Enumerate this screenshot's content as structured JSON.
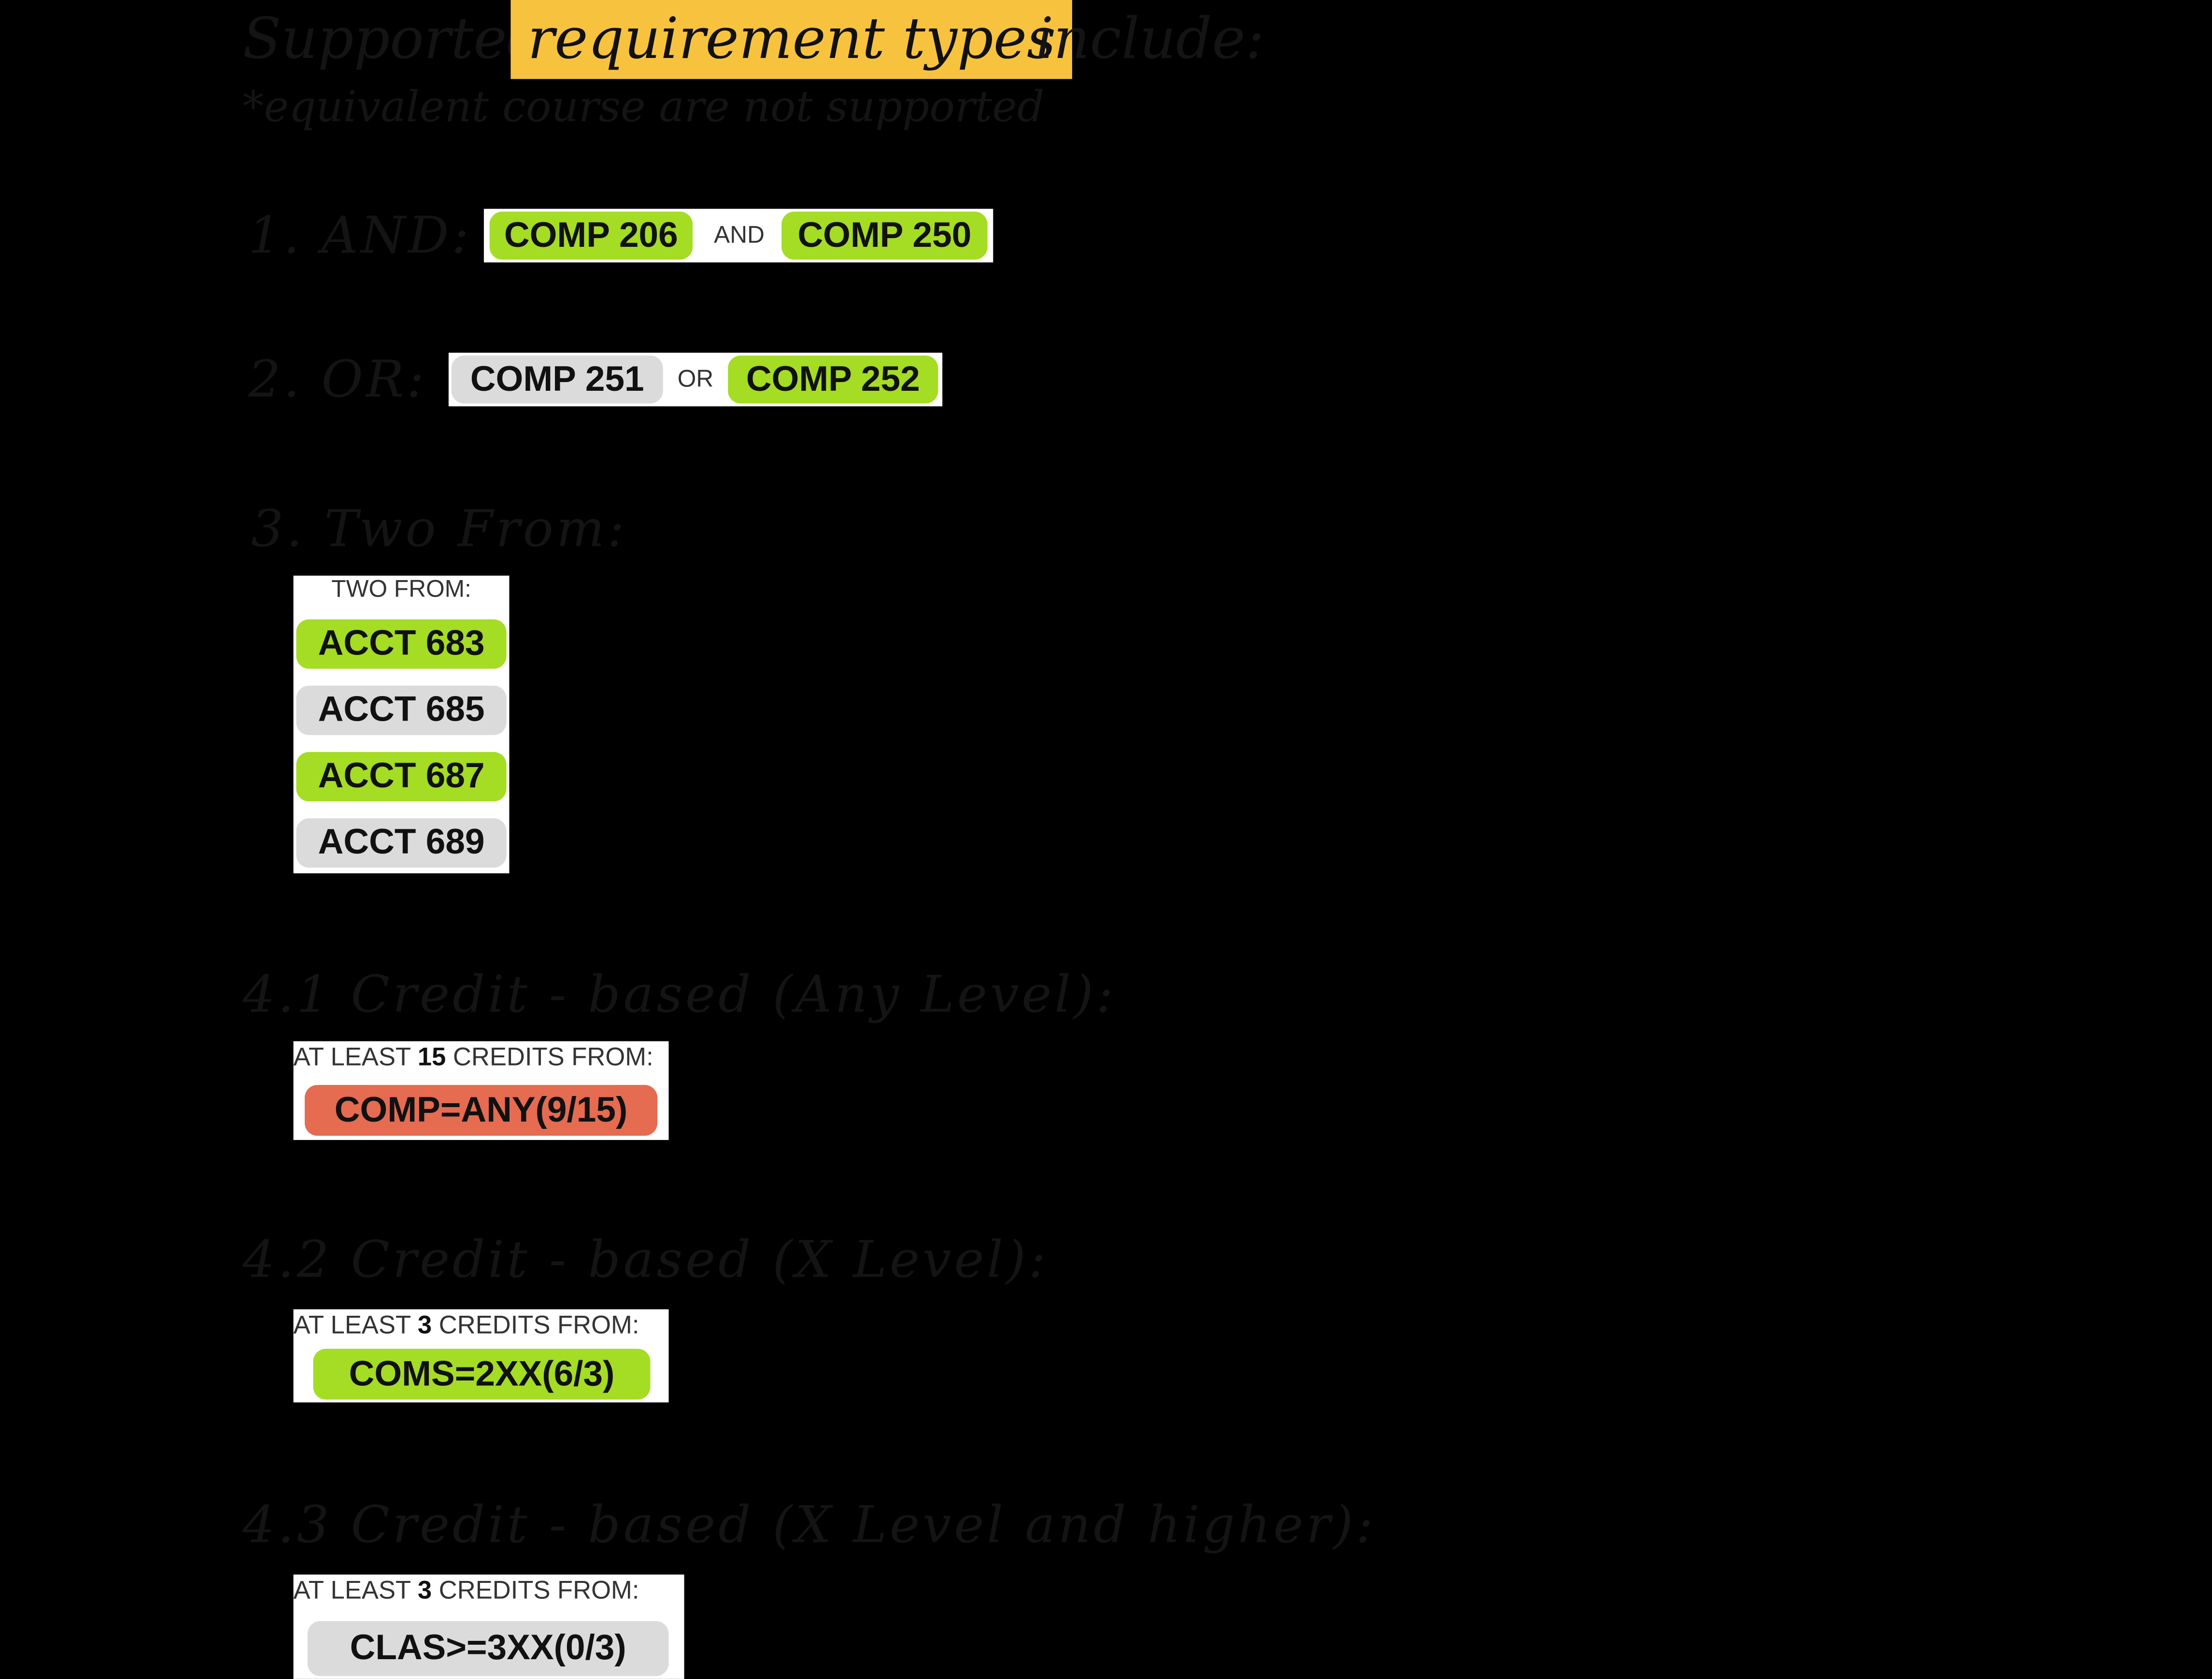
{
  "title": {
    "prefix": "Supported",
    "highlight": "requirement types",
    "suffix": "include:"
  },
  "note": "*equivalent course are not supported",
  "sections": {
    "and": {
      "heading": "1. AND:",
      "course_a": "COMP 206",
      "connector": "AND",
      "course_b": "COMP 250"
    },
    "or": {
      "heading": "2. OR:",
      "course_a": "COMP 251",
      "connector": "OR",
      "course_b": "COMP 252"
    },
    "two_from": {
      "heading": "3. Two From:",
      "label": "TWO FROM:",
      "courses": [
        "ACCT 683",
        "ACCT 685",
        "ACCT 687",
        "ACCT 689"
      ]
    },
    "credit_any": {
      "heading": "4.1 Credit - based (Any Level):",
      "label_prefix": "AT LEAST",
      "credits": "15",
      "label_suffix": "CREDITS FROM:",
      "rule": "COMP=ANY(9/15)"
    },
    "credit_x": {
      "heading": "4.2 Credit - based (X Level):",
      "label_prefix": "AT LEAST",
      "credits": "3",
      "label_suffix": "CREDITS FROM:",
      "rule": "COMS=2XX(6/3)"
    },
    "credit_x_higher": {
      "heading": "4.3 Credit - based (X Level and higher):",
      "label_prefix": "AT LEAST",
      "credits": "3",
      "label_suffix": "CREDITS FROM:",
      "rule": "CLAS>=3XX(0/3)"
    }
  },
  "colors": {
    "background": "#000000",
    "highlight": "#f7c33e",
    "satisfied": "#a5dc24",
    "unsatisfied": "#dbdbdb",
    "failed": "#e56b51",
    "panel": "#ffffff"
  }
}
